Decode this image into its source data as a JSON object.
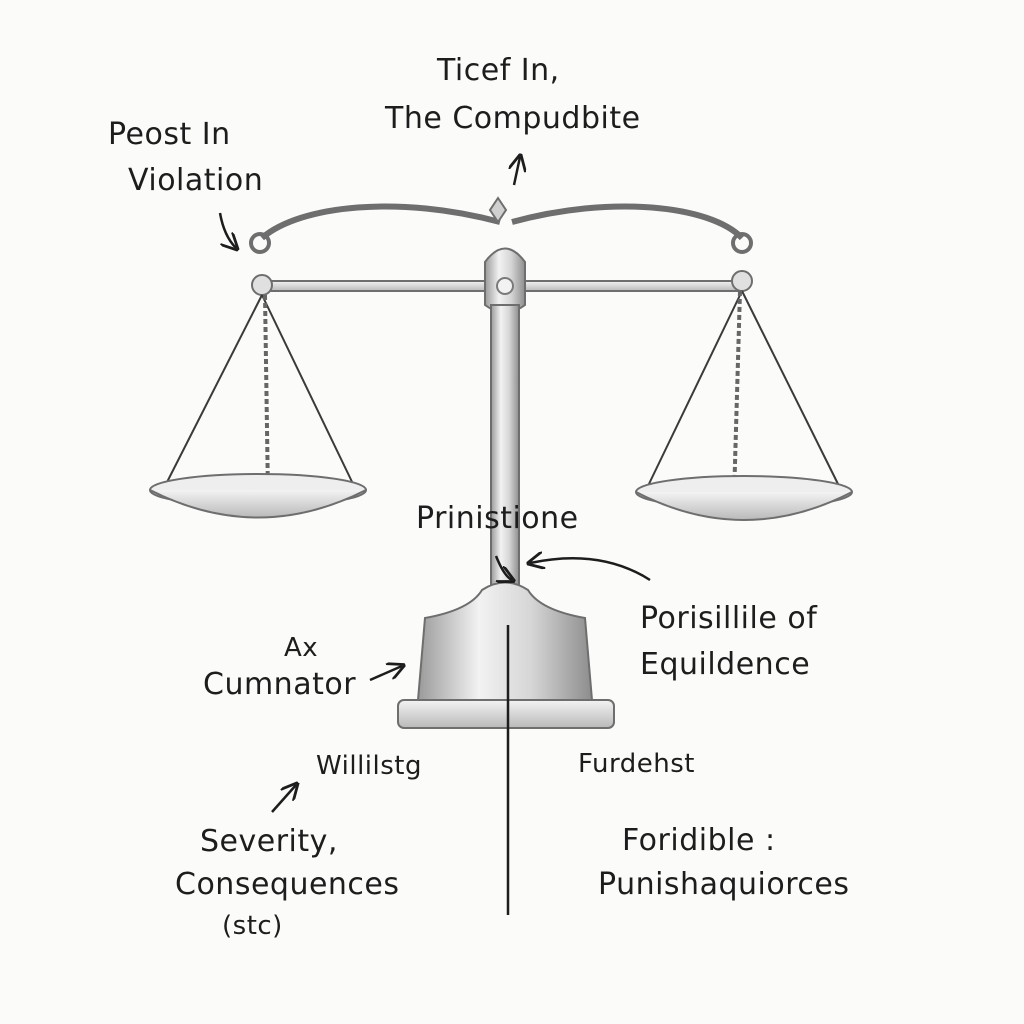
{
  "labels": {
    "top_title_line1": "Ticef In,",
    "top_title_line2": "The Compudbite",
    "left_top_line1": "Peost In",
    "left_top_line2": "Violation",
    "center": "Prinistione",
    "right_mid_line1": "Porisillile of",
    "right_mid_line2": "Equildence",
    "left_mid_line1": "Ax",
    "left_mid_line2": "Cumnator",
    "left_low": "Willilstg",
    "right_low": "Furdehst",
    "bottom_left_line1": "Severity,",
    "bottom_left_line2": "Consequences",
    "bottom_left_line3": "(stc)",
    "bottom_right_line1": "Foridible :",
    "bottom_right_line2": "Punishaquiorces"
  },
  "colors": {
    "ink": "#1d1d1d",
    "metal_dark": "#6e6e6e",
    "metal_mid": "#a9a9a9",
    "metal_light": "#e6e6e6",
    "paper": "#fbfbfa"
  },
  "icons": [
    "scales-of-justice-icon",
    "arrow-icon"
  ]
}
